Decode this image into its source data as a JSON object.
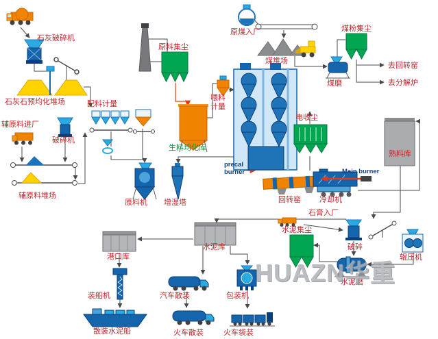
{
  "watermark": "HUAZN华重",
  "colors": {
    "label_red": "#c1272d",
    "label_green": "#009944",
    "label_navy": "#17427e",
    "equipment_blue": "#1565ad",
    "equipment_cyan": "#29abe2",
    "dust_green": "#00a651",
    "material_orange": "#f08300",
    "pile_yellow": "#ffd200",
    "silo_gray": "#b4b6b9",
    "flame_red": "#e8380d"
  },
  "icons": [
    "dump-truck",
    "crusher",
    "stacker-conveyor",
    "stockpile",
    "batching-hoppers",
    "belt-conveyor",
    "chimney",
    "dust-collector",
    "vertical-raw-mill",
    "humidifying-tower",
    "homogenizing-silo",
    "feed-hopper",
    "preheater-cyclone-tower",
    "rotary-kiln",
    "grate-cooler",
    "electrostatic-precipitator",
    "clinker-silo",
    "coal-ball-icon",
    "coal-mill",
    "wheel-loader",
    "gypsum-truck",
    "jaw-crusher",
    "roller-press",
    "cement-ball-mill",
    "cement-silo",
    "port-silo",
    "ship-loader",
    "bulk-ship",
    "tanker-truck",
    "packing-machine",
    "train"
  ],
  "labels": {
    "limestone_crusher": "石灰破碎机",
    "limestone_yard": "石灰石预均化堆场",
    "batching": "配料计量",
    "aux_material_entry": "辅原料进厂",
    "aux_crusher": "破碎机",
    "aux_material_yard": "辅原料堆场",
    "raw_material_dust": "原料集尘",
    "raw_mill": "原料机",
    "humidification_tower": "增湿塔",
    "raw_meal_silo": "生料均化库",
    "feeding_meter": "喂料计量",
    "raw_coal_entry": "原煤入厂",
    "coal_yard": "煤堆场",
    "coal_dust": "煤粉集尘",
    "coal_mill": "煤磨",
    "to_rotary_kiln": "去回转窑",
    "to_calciner": "去分解炉",
    "esp": "电收尘",
    "precal_burner": "precal burner",
    "main_burner": "Main burner",
    "rotary_kiln": "回转窑",
    "cooler": "冷却机",
    "clinker_silo": "熟料库",
    "gypsum_entry": "石膏入厂",
    "cement_dust": "水泥集尘",
    "crushing": "破碎",
    "cement_mill": "水泥磨",
    "roller_press": "辊压机",
    "cement_silo": "水泥库",
    "port_silo": "港口库",
    "ship_loader": "装船机",
    "truck_bulk": "汽车散装",
    "packing_machine": "包装机",
    "bulk_cement_ship": "散装水泥船",
    "train_bulk": "火车散装",
    "train_bagged": "火车袋装"
  }
}
